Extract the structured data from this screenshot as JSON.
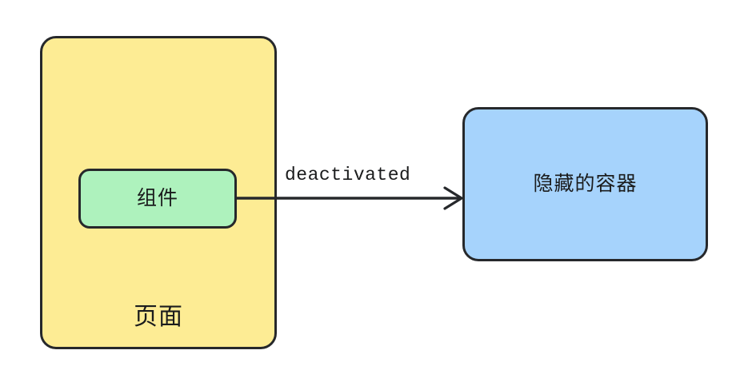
{
  "diagram": {
    "type": "flow-diagram",
    "background_color": "#ffffff",
    "nodes": [
      {
        "id": "page",
        "label": "页面",
        "role": "outer-container",
        "fill": "#fdec94",
        "stroke": "#26282b"
      },
      {
        "id": "component",
        "label": "组件",
        "role": "inner-node",
        "fill": "#aef2bd",
        "stroke": "#26282b"
      },
      {
        "id": "hidden-container",
        "label": "隐藏的容器",
        "role": "target-node",
        "fill": "#a6d3fc",
        "stroke": "#26282b"
      }
    ],
    "edges": [
      {
        "id": "deactivated-edge",
        "label": "deactivated",
        "from": "component",
        "to": "hidden-container",
        "direction": "right",
        "arrowhead": "open-v",
        "stroke": "#26282b"
      }
    ]
  }
}
